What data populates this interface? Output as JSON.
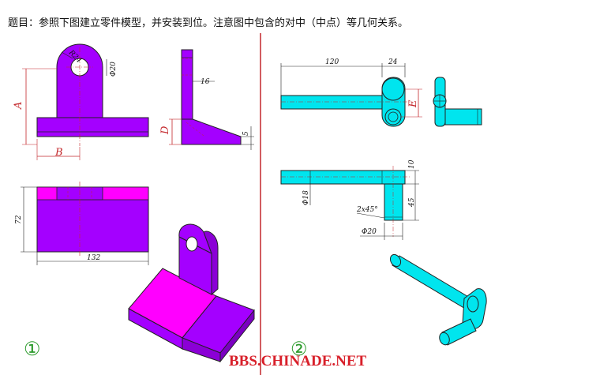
{
  "title": "题目：参照下图建立零件模型，并安装到位。注意图中包含的对中（中点）等几何关系。",
  "colors": {
    "part1": "#a400ff",
    "part1_face": "#ff00ff",
    "part2": "#00e5ee",
    "dimension": "#c3272b",
    "divider": "#c3272b"
  },
  "part1": {
    "dims": {
      "r24": "R24",
      "d20": "Φ20",
      "t16": "16",
      "h5": "5",
      "h72": "72",
      "w132": "132"
    },
    "letters": {
      "A": "A",
      "B": "B",
      "D": "D"
    },
    "number": "①"
  },
  "part2": {
    "dims": {
      "l120": "120",
      "w24": "24",
      "d10": "10",
      "d18": "Φ18",
      "chamfer": "2x45°",
      "l45": "45",
      "d20": "Φ20"
    },
    "letters": {
      "E": "E"
    },
    "number": "②"
  },
  "watermark": "BBS.CHINADE.NET"
}
